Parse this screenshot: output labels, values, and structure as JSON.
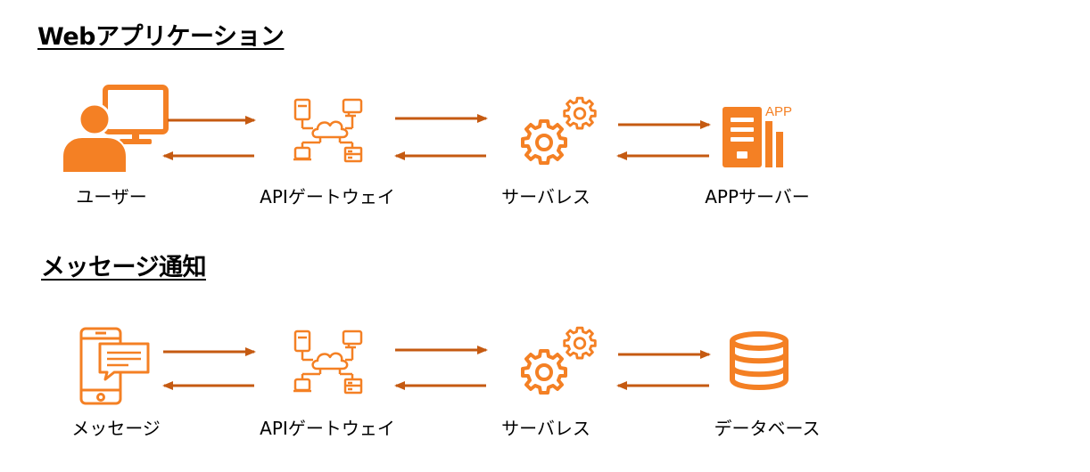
{
  "colors": {
    "accent": "#F48024",
    "arrow": "#C55A11",
    "text": "#000000"
  },
  "sections": {
    "web": {
      "title": "Webアプリケーション",
      "nodes": {
        "user": {
          "label": "ユーザー",
          "icon": "user-with-monitor-icon"
        },
        "api": {
          "label": "APIゲートウェイ",
          "icon": "api-gateway-icon"
        },
        "serverless": {
          "label": "サーバレス",
          "icon": "gears-icon"
        },
        "app_server": {
          "label": "APPサーバー",
          "icon": "app-server-icon",
          "icon_text": "APP"
        }
      }
    },
    "message": {
      "title": "メッセージ通知",
      "nodes": {
        "message": {
          "label": "メッセージ",
          "icon": "smartphone-message-icon"
        },
        "api": {
          "label": "APIゲートウェイ",
          "icon": "api-gateway-icon"
        },
        "serverless": {
          "label": "サーバレス",
          "icon": "gears-icon"
        },
        "database": {
          "label": "データベース",
          "icon": "database-icon"
        }
      }
    }
  }
}
